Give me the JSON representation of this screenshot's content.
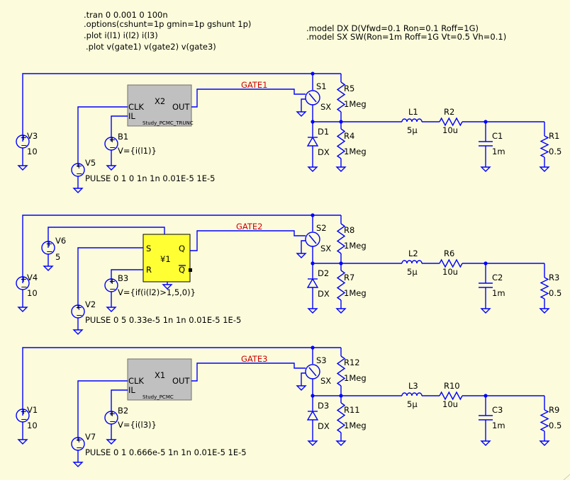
{
  "directives": {
    "tran": ".tran 0 0.001 0 100n",
    "options": ".options(cshunt=1p gmin=1p gshunt 1p)",
    "plot_i": ".plot i(l1) i(l2) i(l3)",
    "plot_v": ".plot v(gate1) v(gate2) v(gate3)",
    "model_dx": ".model DX D(Vfwd=0.1 Ron=0.1 Roff=1G)",
    "model_sx": ".model SX SW(Ron=1m Roff=1G Vt=0.5 Vh=0.1)"
  },
  "stages": [
    {
      "block": {
        "name": "X2",
        "pin_clk": "CLK",
        "pin_il": "IL",
        "pin_out": "OUT",
        "caption": "Study_PCMC_TRUNC"
      },
      "net_label": "GATE1",
      "vsrc": {
        "name": "V3",
        "value": "10"
      },
      "pulse": {
        "name": "V5",
        "value": "PULSE 0 1 0 1n 1n 0.01E-5 1E-5"
      },
      "bsrc": {
        "name": "B1",
        "value": "V={i(l1)}"
      },
      "switch": {
        "name": "S1",
        "model": "SX"
      },
      "diode": {
        "name": "D1",
        "model": "DX"
      },
      "r_top": {
        "name": "R5",
        "value": "1Meg"
      },
      "r_bot": {
        "name": "R4",
        "value": "1Meg"
      },
      "inductor": {
        "name": "L1",
        "value": "5µ"
      },
      "r_ser": {
        "name": "R2",
        "value": "10u"
      },
      "cap": {
        "name": "C1",
        "value": "1m"
      },
      "load": {
        "name": "R1",
        "value": "0.5"
      }
    },
    {
      "block": {
        "name": "¥1",
        "pin_s": "S",
        "pin_r": "R",
        "pin_q": "Q",
        "pin_qb": "Q"
      },
      "extra_src": {
        "name": "V6",
        "value": "5"
      },
      "net_label": "GATE2",
      "vsrc": {
        "name": "V4",
        "value": "10"
      },
      "pulse": {
        "name": "V2",
        "value": "PULSE 0 5 0.33e-5 1n 1n 0.01E-5 1E-5"
      },
      "bsrc": {
        "name": "B3",
        "value": "V={if(i(l2)>1,5,0)}"
      },
      "switch": {
        "name": "S2",
        "model": "SX"
      },
      "diode": {
        "name": "D2",
        "model": "DX"
      },
      "r_top": {
        "name": "R8",
        "value": "1Meg"
      },
      "r_bot": {
        "name": "R7",
        "value": "1Meg"
      },
      "inductor": {
        "name": "L2",
        "value": "5µ"
      },
      "r_ser": {
        "name": "R6",
        "value": "10u"
      },
      "cap": {
        "name": "C2",
        "value": "1m"
      },
      "load": {
        "name": "R3",
        "value": "0.5"
      }
    },
    {
      "block": {
        "name": "X1",
        "pin_clk": "CLK",
        "pin_il": "IL",
        "pin_out": "OUT",
        "caption": "Study_PCMC"
      },
      "net_label": "GATE3",
      "vsrc": {
        "name": "V1",
        "value": "10"
      },
      "pulse": {
        "name": "V7",
        "value": "PULSE 0 1 0.666e-5 1n 1n 0.01E-5 1E-5"
      },
      "bsrc": {
        "name": "B2",
        "value": "V={i(l3)}"
      },
      "switch": {
        "name": "S3",
        "model": "SX"
      },
      "diode": {
        "name": "D3",
        "model": "DX"
      },
      "r_top": {
        "name": "R12",
        "value": "1Meg"
      },
      "r_bot": {
        "name": "R11",
        "value": "1Meg"
      },
      "inductor": {
        "name": "L3",
        "value": "5µ"
      },
      "r_ser": {
        "name": "R10",
        "value": "10u"
      },
      "cap": {
        "name": "C3",
        "value": "1m"
      },
      "load": {
        "name": "R9",
        "value": "0.5"
      }
    }
  ]
}
